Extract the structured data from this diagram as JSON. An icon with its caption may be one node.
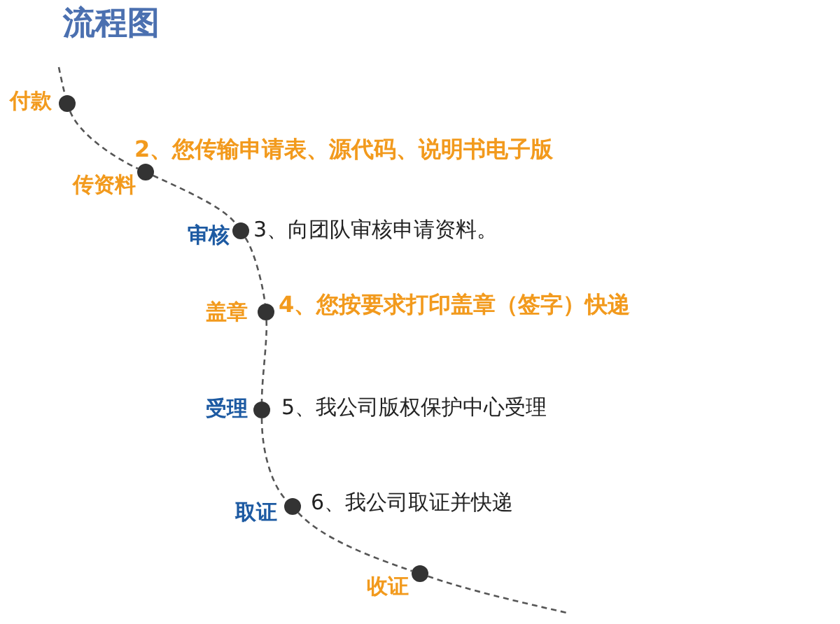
{
  "diagram": {
    "title": "流程图",
    "nodes": [
      {
        "text": [],
        "shape": "circle",
        "beside": [
          "付款"
        ]
      },
      {
        "text": [],
        "shape": "circle",
        "beside": [
          "传资料",
          "2、您传输申请表、源代码、说明书电子版"
        ]
      },
      {
        "text": [],
        "shape": "circle",
        "beside": [
          "审核",
          "3、向团队审核申请资料。"
        ]
      },
      {
        "text": [],
        "shape": "circle",
        "beside": [
          "盖章",
          "4、您按要求打印盖章（签字）快递"
        ]
      },
      {
        "text": [],
        "shape": "circle",
        "beside": [
          "受理",
          "5、我公司版权保护中心受理"
        ]
      },
      {
        "text": [],
        "shape": "circle",
        "beside": [
          "取证",
          "6、我公司取证并快递"
        ]
      },
      {
        "text": [],
        "shape": "circle",
        "beside": [
          "收证"
        ]
      }
    ],
    "edges": [
      {
        "from": null,
        "to": 0,
        "arrow": "none",
        "style": "dashed"
      },
      {
        "from": 0,
        "to": 1,
        "arrow": "none",
        "style": "dashed"
      },
      {
        "from": 1,
        "to": 2,
        "arrow": "none",
        "style": "dashed"
      },
      {
        "from": 2,
        "to": 3,
        "arrow": "none",
        "style": "dashed"
      },
      {
        "from": 3,
        "to": 4,
        "arrow": "none",
        "style": "dashed"
      },
      {
        "from": 4,
        "to": 5,
        "arrow": "none",
        "style": "dashed"
      },
      {
        "from": 5,
        "to": 6,
        "arrow": "none",
        "style": "dashed"
      },
      {
        "from": 6,
        "to": null,
        "arrow": "none",
        "style": "dashed"
      }
    ]
  }
}
